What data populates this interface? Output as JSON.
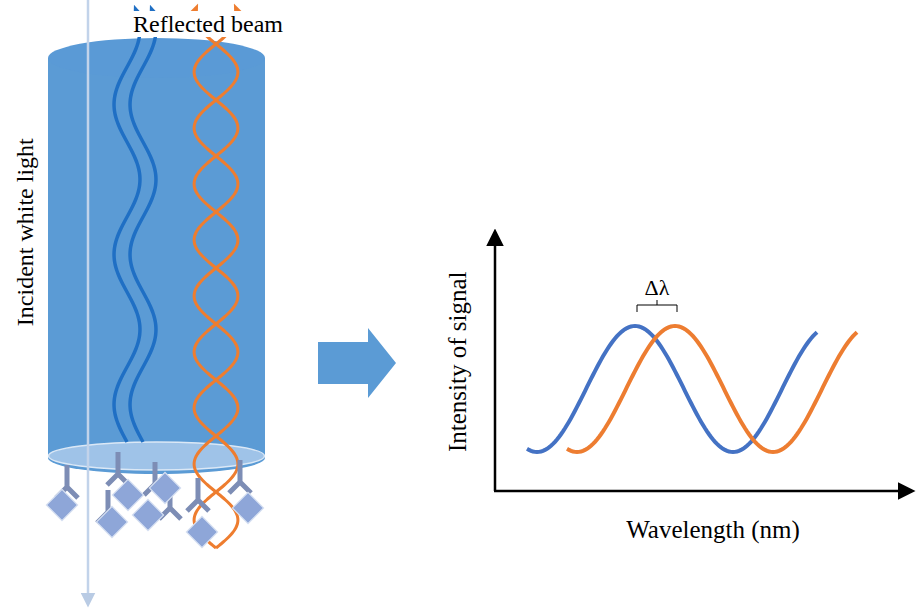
{
  "diagram": {
    "labels": [
      "Reflected beam",
      "Incident white light",
      "Δλ",
      "Intensity of signal",
      "Wavelength (nm)"
    ]
  }
}
